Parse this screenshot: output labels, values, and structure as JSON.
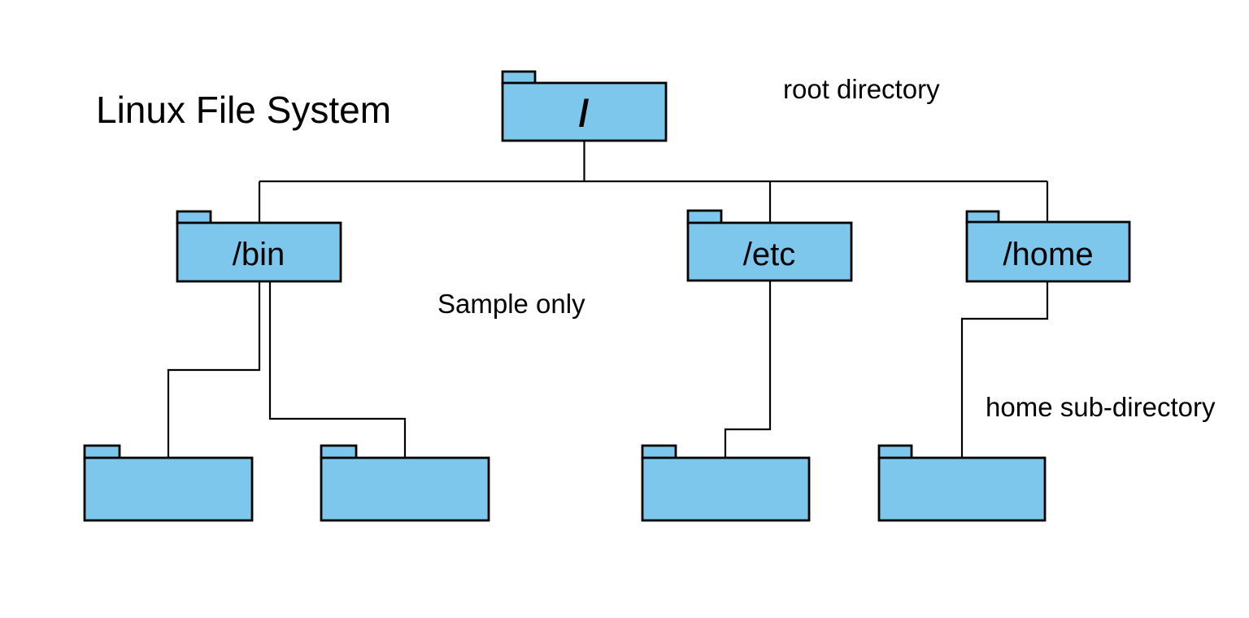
{
  "title": "Linux File System",
  "colors": {
    "background": "#FFFFFF",
    "folder_fill": "#7CC7EB",
    "folder_outline": "#000000",
    "connector": "#000000",
    "text": "#000000"
  },
  "nodes": {
    "root": {
      "label": "/"
    },
    "bin": {
      "label": "/bin"
    },
    "etc": {
      "label": "/etc"
    },
    "home": {
      "label": "/home"
    },
    "bin_child_1": {
      "label": ""
    },
    "bin_child_2": {
      "label": ""
    },
    "etc_child": {
      "label": ""
    },
    "home_child": {
      "label": ""
    }
  },
  "annotations": {
    "root_directory": "root directory",
    "sample_only": "Sample only",
    "home_sub_directory": "home sub-directory"
  },
  "tree": {
    "root": "/",
    "children_of_root": [
      "/bin",
      "/etc",
      "/home"
    ],
    "unlabeled_subfolder_counts": {
      "/bin": 2,
      "/etc": 1,
      "/home": 1
    }
  }
}
